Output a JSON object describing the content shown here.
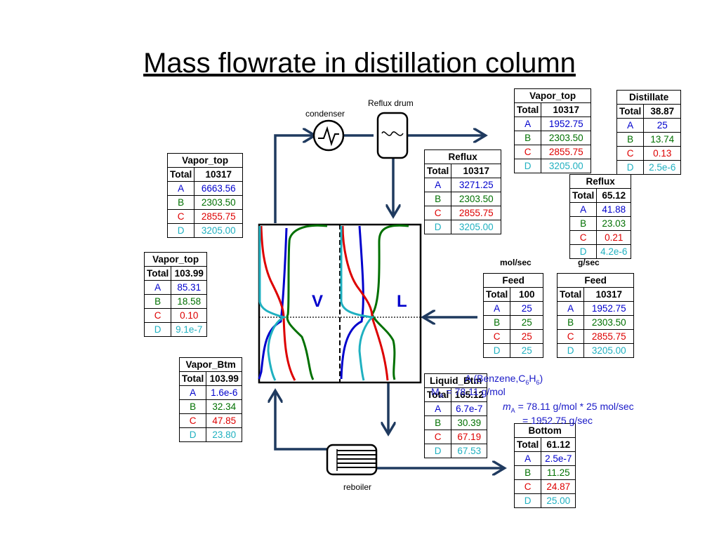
{
  "title": "Mass flowrate in distillation column",
  "labels": {
    "condenser": "condenser",
    "reflux_drum": "Reflux drum",
    "reboiler": "reboiler",
    "v": "V",
    "l": "L",
    "unit_mol": "mol/sec",
    "unit_g": "g/sec"
  },
  "tables": {
    "vapor_top_g_left": {
      "title": "Vapor_top",
      "total_label": "Total",
      "total": "10317",
      "rows": [
        {
          "k": "A",
          "v": "6663.56"
        },
        {
          "k": "B",
          "v": "2303.50"
        },
        {
          "k": "C",
          "v": "2855.75"
        },
        {
          "k": "D",
          "v": "3205.00"
        }
      ]
    },
    "vapor_top_mol": {
      "title": "Vapor_top",
      "total_label": "Total",
      "total": "103.99",
      "rows": [
        {
          "k": "A",
          "v": "85.31"
        },
        {
          "k": "B",
          "v": "18.58"
        },
        {
          "k": "C",
          "v": "0.10"
        },
        {
          "k": "D",
          "v": "9.1e-7"
        }
      ]
    },
    "vapor_btm": {
      "title": "Vapor_Btm",
      "total_label": "Total",
      "total": "103.99",
      "rows": [
        {
          "k": "A",
          "v": "1.6e-6"
        },
        {
          "k": "B",
          "v": "32.34"
        },
        {
          "k": "C",
          "v": "47.85"
        },
        {
          "k": "D",
          "v": "23.80"
        }
      ]
    },
    "reflux_g": {
      "title": "Reflux",
      "total_label": "Total",
      "total": "10317",
      "rows": [
        {
          "k": "A",
          "v": "3271.25"
        },
        {
          "k": "B",
          "v": "2303.50"
        },
        {
          "k": "C",
          "v": "2855.75"
        },
        {
          "k": "D",
          "v": "3205.00"
        }
      ]
    },
    "vapor_top_g_right": {
      "title": "Vapor_top",
      "total_label": "Total",
      "total": "10317",
      "rows": [
        {
          "k": "A",
          "v": "1952.75"
        },
        {
          "k": "B",
          "v": "2303.50"
        },
        {
          "k": "C",
          "v": "2855.75"
        },
        {
          "k": "D",
          "v": "3205.00"
        }
      ]
    },
    "distillate": {
      "title": "Distillate",
      "total_label": "Total",
      "total": "38.87",
      "rows": [
        {
          "k": "A",
          "v": "25"
        },
        {
          "k": "B",
          "v": "13.74"
        },
        {
          "k": "C",
          "v": "0.13"
        },
        {
          "k": "D",
          "v": "2.5e-6"
        }
      ]
    },
    "reflux_mol": {
      "title": "Reflux",
      "total_label": "Total",
      "total": "65.12",
      "rows": [
        {
          "k": "A",
          "v": "41.88"
        },
        {
          "k": "B",
          "v": "23.03"
        },
        {
          "k": "C",
          "v": "0.21"
        },
        {
          "k": "D",
          "v": "4.2e-6"
        }
      ]
    },
    "feed_mol": {
      "title": "Feed",
      "total_label": "Total",
      "total": "100",
      "rows": [
        {
          "k": "A",
          "v": "25"
        },
        {
          "k": "B",
          "v": "25"
        },
        {
          "k": "C",
          "v": "25"
        },
        {
          "k": "D",
          "v": "25"
        }
      ]
    },
    "feed_g": {
      "title": "Feed",
      "total_label": "Total",
      "total": "10317",
      "rows": [
        {
          "k": "A",
          "v": "1952.75"
        },
        {
          "k": "B",
          "v": "2303.50"
        },
        {
          "k": "C",
          "v": "2855.75"
        },
        {
          "k": "D",
          "v": "3205.00"
        }
      ]
    },
    "liquid_btm": {
      "title": "Liquid_Btm",
      "total_label": "Total",
      "total": "165.12",
      "rows": [
        {
          "k": "A",
          "v": "6.7e-7"
        },
        {
          "k": "B",
          "v": "30.39"
        },
        {
          "k": "C",
          "v": "67.19"
        },
        {
          "k": "D",
          "v": "67.53"
        }
      ]
    },
    "bottom": {
      "title": "Bottom",
      "total_label": "Total",
      "total": "61.12",
      "rows": [
        {
          "k": "A",
          "v": "2.5e-7"
        },
        {
          "k": "B",
          "v": "11.25"
        },
        {
          "k": "C",
          "v": "24.87"
        },
        {
          "k": "D",
          "v": "25.00"
        }
      ]
    }
  },
  "annotation": {
    "line1_prefix": "A (Benzene,C",
    "line1_sub1": "6",
    "line1_mid": "H",
    "line1_sub2": "6",
    "line1_suffix": ")",
    "line2_prefix": "M",
    "line2_sub": "A",
    "line2_suffix": " = 78.11 g/mol",
    "line3_prefix": "m",
    "line3_sub": "A",
    "line3_suffix": " = 78.11 g/mol * 25 mol/sec",
    "line4": "= 1952.75 g/sec"
  },
  "colors": {
    "A": "#0000cc",
    "B": "#007000",
    "C": "#dd0000",
    "D": "#1fb0c0",
    "pipe": "#1f3a5f"
  }
}
